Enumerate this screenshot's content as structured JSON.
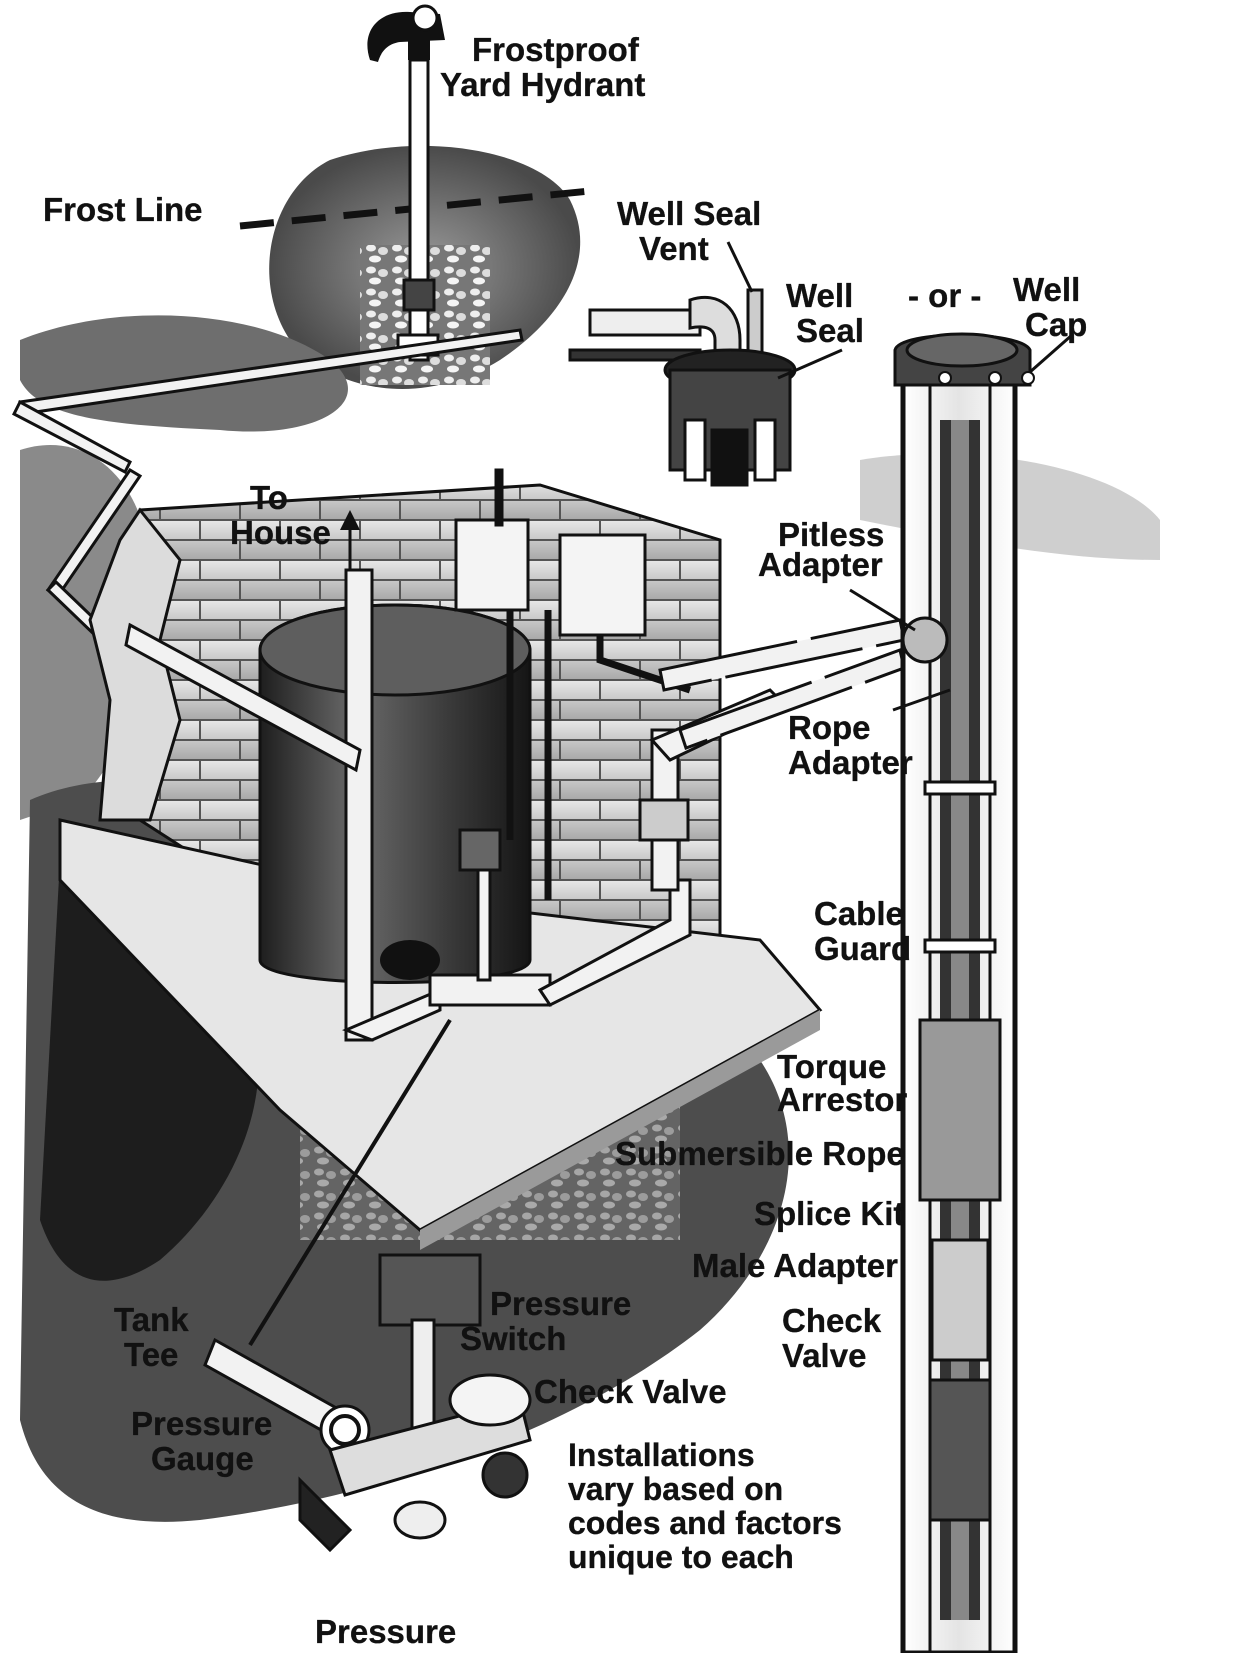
{
  "labels": {
    "hydrant": [
      "Frostproof",
      "Yard Hydrant"
    ],
    "frost_line": "Frost Line",
    "well_seal_vent": [
      "Well Seal",
      "Vent"
    ],
    "well_seal": [
      "Well",
      "Seal"
    ],
    "or": "- or -",
    "well_cap": [
      "Well",
      "Cap"
    ],
    "to_house": [
      "To",
      "House"
    ],
    "pitless_adapter": [
      "Pitless",
      "Adapter"
    ],
    "rope_adapter": [
      "Rope",
      "Adapter"
    ],
    "cable_guard": [
      "Cable",
      "Guard"
    ],
    "torque_arrestor": [
      "Torque",
      "Arrestor"
    ],
    "submersible_rope": "Submersible Rope",
    "splice_kit": "Splice Kit",
    "male_adapter": "Male Adapter",
    "check_valve_well": [
      "Check",
      "Valve"
    ],
    "tank_tee": [
      "Tank",
      "Tee"
    ],
    "pressure_switch": [
      "Pressure",
      "Switch"
    ],
    "check_valve_tee": "Check Valve",
    "pressure_gauge": [
      "Pressure",
      "Gauge"
    ],
    "pressure_bottom": "Pressure",
    "installations_note": [
      "Installations",
      "vary based on",
      "codes and factors",
      "unique to each"
    ]
  },
  "colors": {
    "ink": "#111111",
    "earth": "#5a5a5a",
    "earth_dark": "#2a2a2a",
    "brick": "#d9d9d9",
    "tank": "#3a3a3a",
    "pipe": "#f2f2f2"
  }
}
